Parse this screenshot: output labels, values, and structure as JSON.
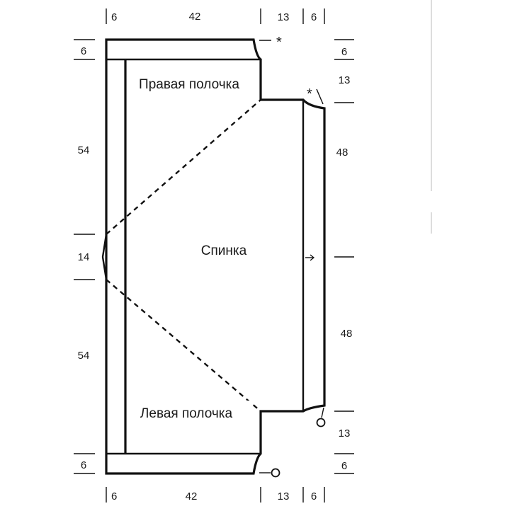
{
  "dimensions": {
    "top": [
      "6",
      "42",
      "13",
      "6"
    ],
    "bottom": [
      "6",
      "42",
      "13",
      "6"
    ],
    "left": [
      "6",
      "54",
      "14",
      "54",
      "6"
    ],
    "right": [
      "6",
      "13",
      "48",
      "48",
      "13",
      "6"
    ]
  },
  "labels": {
    "right_front": "Правая полочка",
    "back": "Спинка",
    "left_front": "Левая полочка"
  },
  "markers": {
    "star": "*"
  }
}
